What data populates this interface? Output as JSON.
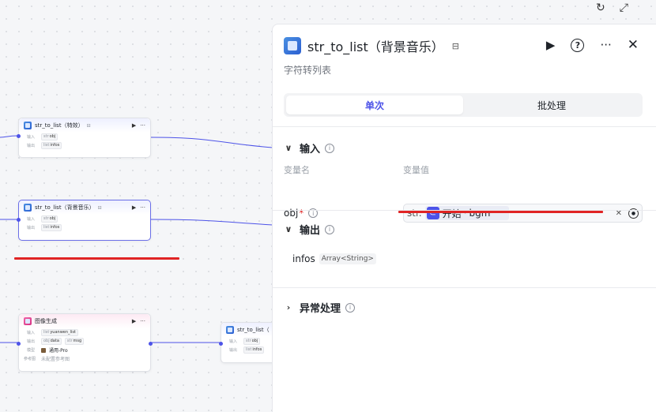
{
  "toolbar": {
    "refresh_icon": "refresh-icon",
    "expand_icon": "expand-icon"
  },
  "canvas": {
    "nodes": [
      {
        "title": "str_to_list（特效）",
        "rows": [
          {
            "label": "输入",
            "type": "str",
            "value": "obj"
          },
          {
            "label": "输出",
            "type": "list",
            "value": "infos"
          }
        ]
      },
      {
        "title": "str_to_list（背景音乐）",
        "rows": [
          {
            "label": "输入",
            "type": "str",
            "value": "obj"
          },
          {
            "label": "输出",
            "type": "list",
            "value": "infos"
          }
        ]
      },
      {
        "title": "图像生成",
        "rows": [
          {
            "label": "输入",
            "type": "list",
            "value": "yuanwen_list"
          },
          {
            "label": "输出",
            "type": "obj",
            "value": "data",
            "type2": "str",
            "value2": "msg"
          },
          {
            "label": "模型",
            "value": "通用-Pro"
          },
          {
            "label": "参考图",
            "value": "未配置参考图"
          }
        ]
      },
      {
        "title": "str_to_list（",
        "rows": [
          {
            "label": "输入",
            "type": "str",
            "value": "obj"
          },
          {
            "label": "输出",
            "type": "list",
            "value": "infos"
          }
        ]
      }
    ]
  },
  "panel": {
    "title": "str_to_list（背景音乐）",
    "subtitle": "字符转列表",
    "tabs": [
      {
        "label": "单次",
        "active": true
      },
      {
        "label": "批处理",
        "active": false
      }
    ],
    "input": {
      "title": "输入",
      "col_name": "变量名",
      "col_value": "变量值",
      "field": {
        "name": "obj",
        "required": "*",
        "type_prefix": "str.",
        "ref_source": "开始",
        "ref_sep": "·",
        "ref_var": "bgm"
      }
    },
    "output": {
      "title": "输出",
      "name": "infos",
      "type": "Array<String>"
    },
    "error": {
      "title": "异常处理"
    }
  },
  "colors": {
    "accent": "#4d53e8",
    "annotation": "#e02424"
  }
}
